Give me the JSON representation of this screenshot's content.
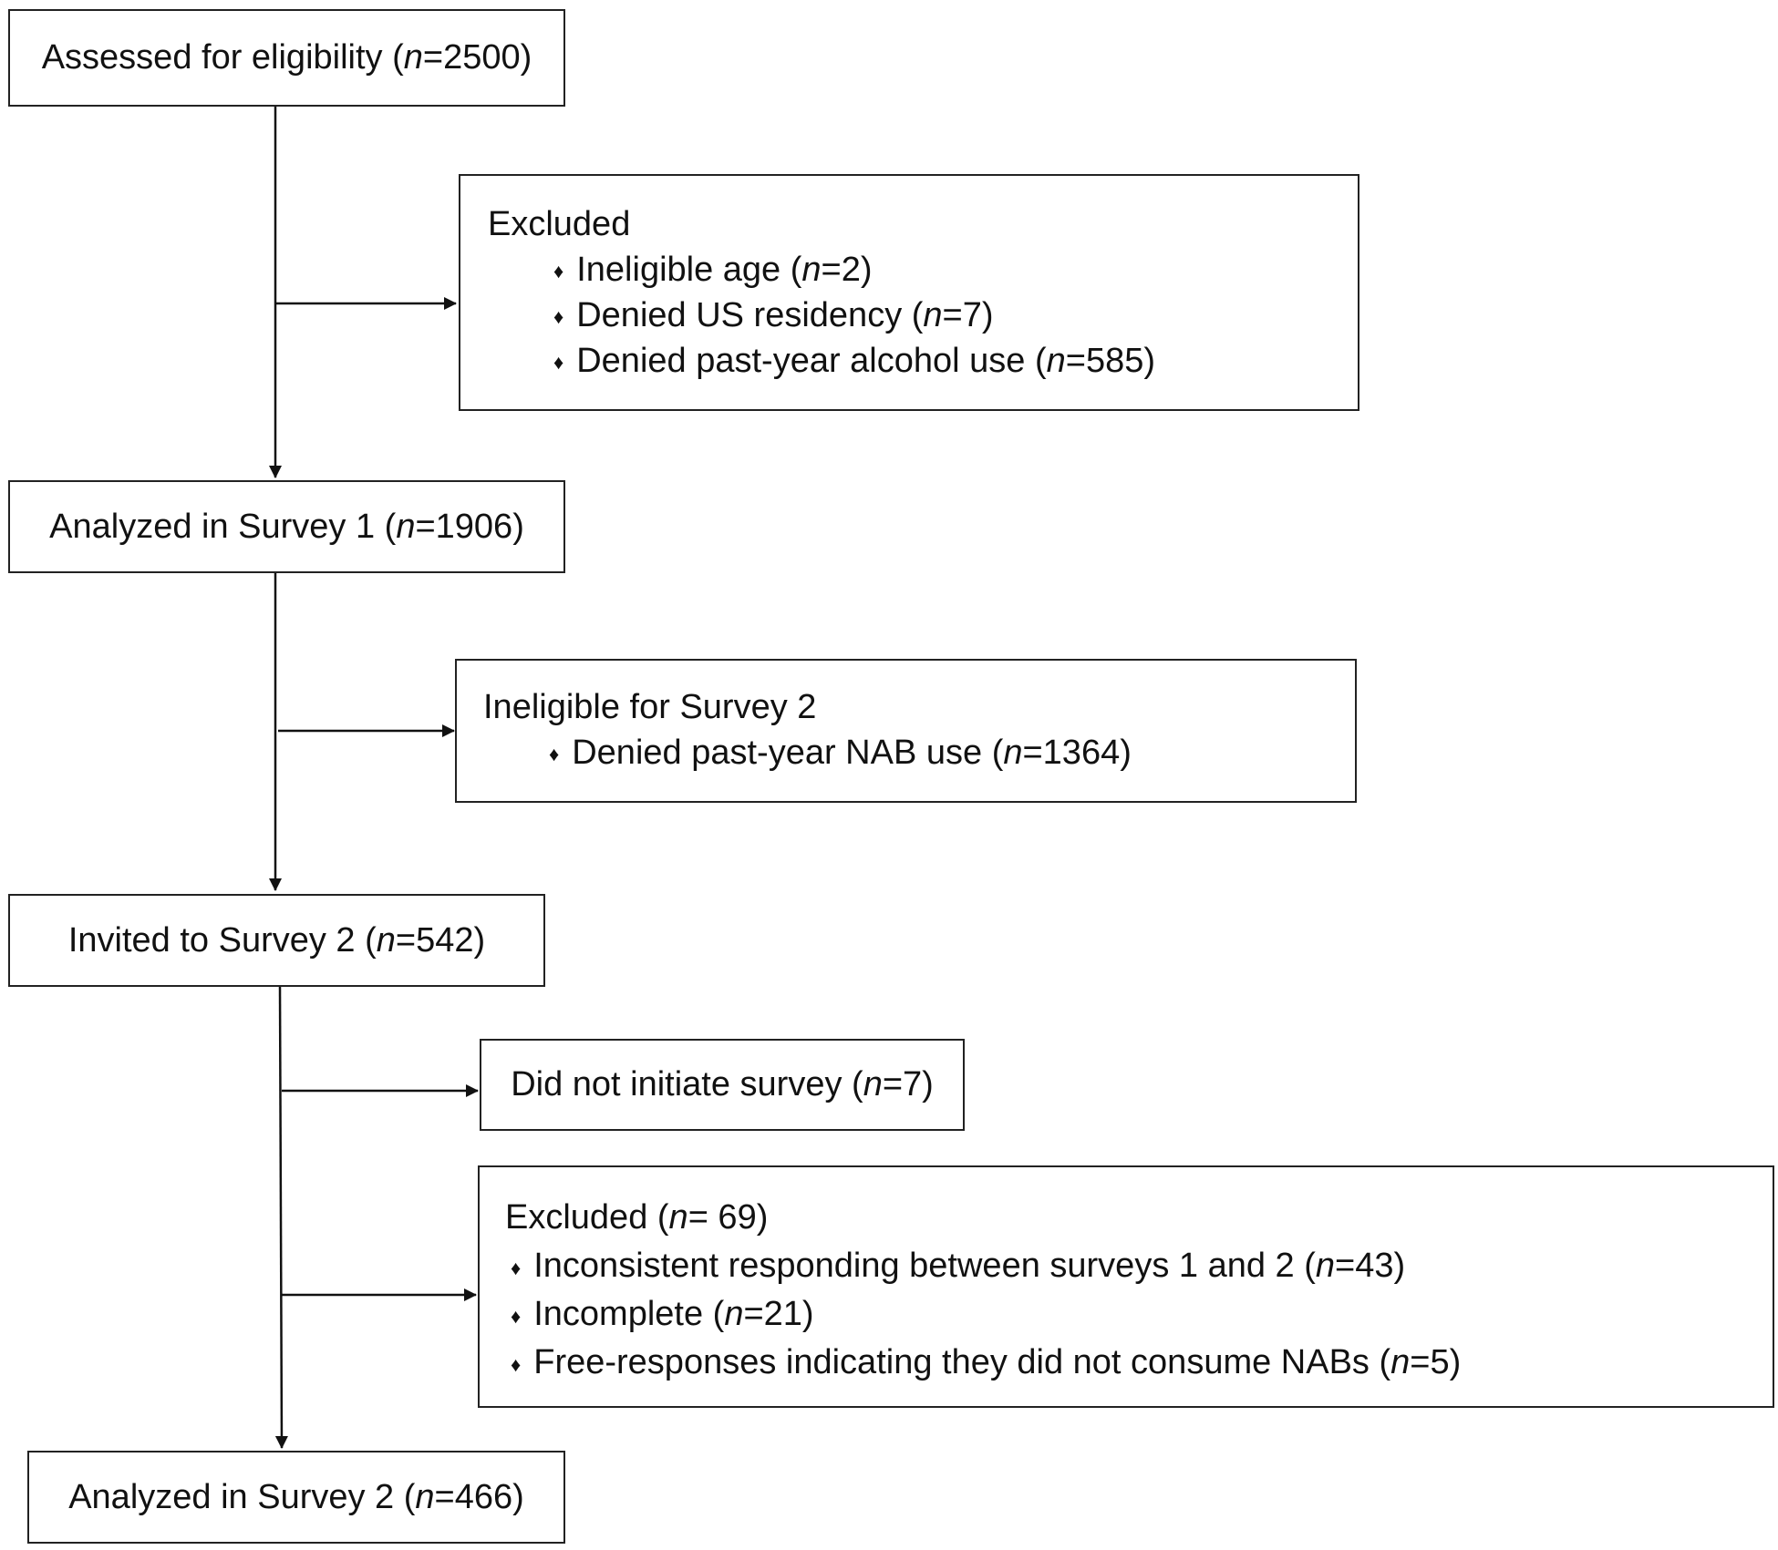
{
  "diagram": {
    "boxes": {
      "assessed": {
        "pre": "Assessed for eligibility (",
        "n": "n",
        "post": "=2500)"
      },
      "excluded1": {
        "title": "Excluded",
        "items": [
          {
            "pre": "Ineligible age (",
            "n": "n",
            "post": "=2)"
          },
          {
            "pre": "Denied US residency (",
            "n": "n",
            "post": "=7)"
          },
          {
            "pre": "Denied past-year alcohol use (",
            "n": "n",
            "post": "=585)"
          }
        ]
      },
      "analyzed1": {
        "pre": "Analyzed in Survey 1 (",
        "n": "n",
        "post": "=1906)"
      },
      "ineligible2": {
        "title": "Ineligible for Survey 2",
        "items": [
          {
            "pre": "Denied past-year NAB use (",
            "n": "n",
            "post": "=1364)"
          }
        ]
      },
      "invited2": {
        "pre": "Invited to Survey 2 (",
        "n": "n",
        "post": "=542)"
      },
      "not_initiated": {
        "pre": "Did not initiate survey (",
        "n": "n",
        "post": "=7)"
      },
      "excluded2": {
        "title_pre": "Excluded (",
        "title_n": "n",
        "title_post": "= 69)",
        "items": [
          {
            "pre": "Inconsistent responding between surveys 1 and 2 (",
            "n": "n",
            "post": "=43)"
          },
          {
            "pre": "Incomplete (",
            "n": "n",
            "post": "=21)"
          },
          {
            "pre": "Free-responses indicating they did not consume NABs (",
            "n": "n",
            "post": "=5)"
          }
        ]
      },
      "analyzed2": {
        "pre": "Analyzed in Survey 2 (",
        "n": "n",
        "post": "=466)"
      }
    },
    "bullet_glyph": "♦"
  }
}
